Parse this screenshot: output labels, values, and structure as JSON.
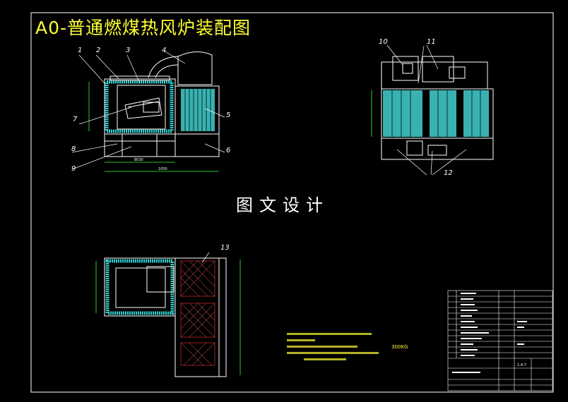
{
  "drawing": {
    "title": "A0-普通燃煤热风炉装配图",
    "center_caption": "图文设计",
    "colors": {
      "background": "#000000",
      "lines": "#ffffff",
      "insulation": "#33cccc",
      "tubes": "#44d0d0",
      "title_text": "#ffff33",
      "dimension": "#33ff33",
      "heat_pattern": "#ff3333"
    }
  },
  "part_labels": [
    "1",
    "2",
    "3",
    "4",
    "5",
    "6",
    "7",
    "8",
    "9",
    "10",
    "11",
    "12",
    "13"
  ],
  "technical_requirements": {
    "mass_text": "300KG"
  },
  "title_block": {
    "scale": "1:4.7"
  }
}
